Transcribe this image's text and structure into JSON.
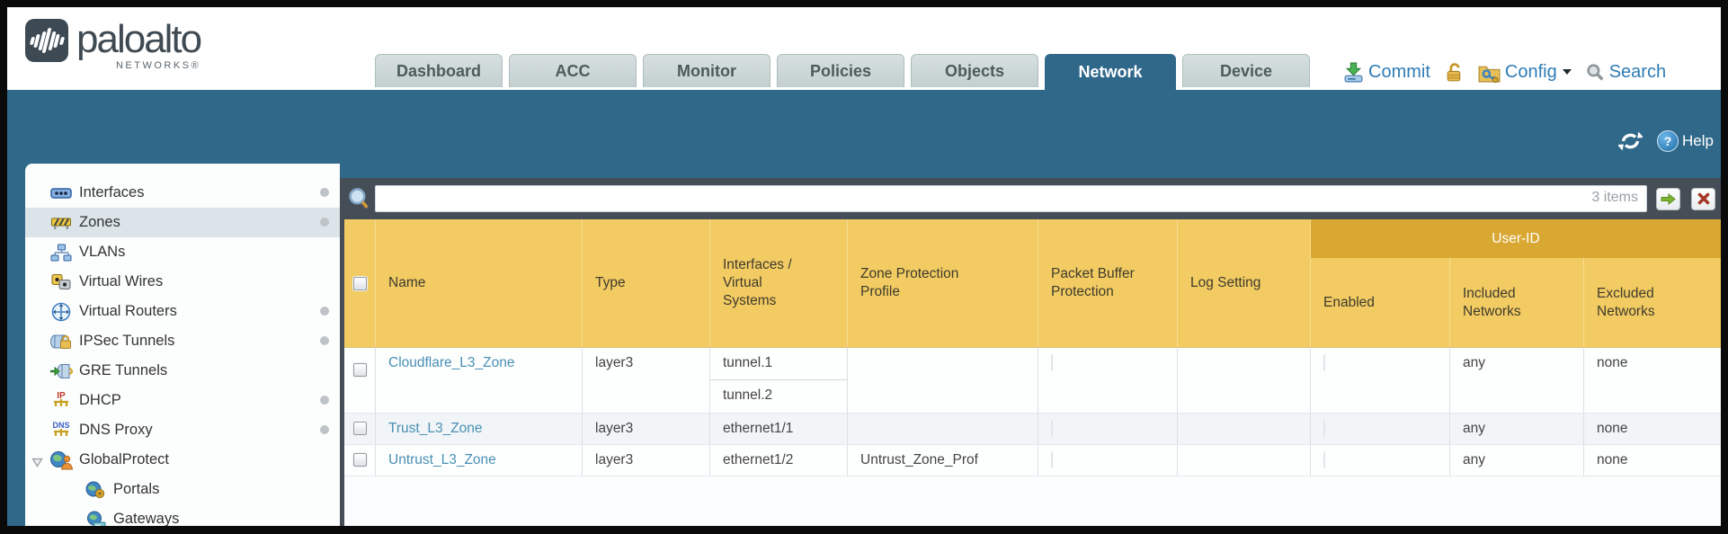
{
  "header": {
    "brand": "paloalto",
    "brand_sub": "NETWORKS®",
    "tabs": [
      {
        "label": "Dashboard"
      },
      {
        "label": "ACC"
      },
      {
        "label": "Monitor"
      },
      {
        "label": "Policies"
      },
      {
        "label": "Objects"
      },
      {
        "label": "Network"
      },
      {
        "label": "Device"
      }
    ],
    "actions": {
      "commit": "Commit",
      "config": "Config",
      "search": "Search"
    }
  },
  "toolbar": {
    "help": "Help"
  },
  "filter": {
    "value": "",
    "count": "3 items"
  },
  "sidebar": {
    "items": [
      {
        "label": "Interfaces"
      },
      {
        "label": "Zones"
      },
      {
        "label": "VLANs"
      },
      {
        "label": "Virtual Wires"
      },
      {
        "label": "Virtual Routers"
      },
      {
        "label": "IPSec Tunnels"
      },
      {
        "label": "GRE Tunnels"
      },
      {
        "label": "DHCP"
      },
      {
        "label": "DNS Proxy"
      },
      {
        "label": "GlobalProtect"
      },
      {
        "label": "Portals"
      },
      {
        "label": "Gateways"
      }
    ]
  },
  "table": {
    "group_header": "User-ID",
    "columns": [
      "Name",
      "Type",
      "Interfaces / Virtual Systems",
      "Zone Protection Profile",
      "Packet Buffer Protection",
      "Log Setting",
      "Enabled",
      "Included Networks",
      "Excluded Networks"
    ],
    "rows": [
      {
        "name": "Cloudflare_L3_Zone",
        "type": "layer3",
        "interfaces": [
          "tunnel.1",
          "tunnel.2"
        ],
        "zone_protection_profile": "",
        "log_setting": "",
        "included_networks": "any",
        "excluded_networks": "none"
      },
      {
        "name": "Trust_L3_Zone",
        "type": "layer3",
        "interfaces": [
          "ethernet1/1"
        ],
        "zone_protection_profile": "",
        "log_setting": "",
        "included_networks": "any",
        "excluded_networks": "none"
      },
      {
        "name": "Untrust_L3_Zone",
        "type": "layer3",
        "interfaces": [
          "ethernet1/2"
        ],
        "zone_protection_profile": "Untrust_Zone_Prof",
        "log_setting": "",
        "included_networks": "any",
        "excluded_networks": "none"
      }
    ]
  }
}
